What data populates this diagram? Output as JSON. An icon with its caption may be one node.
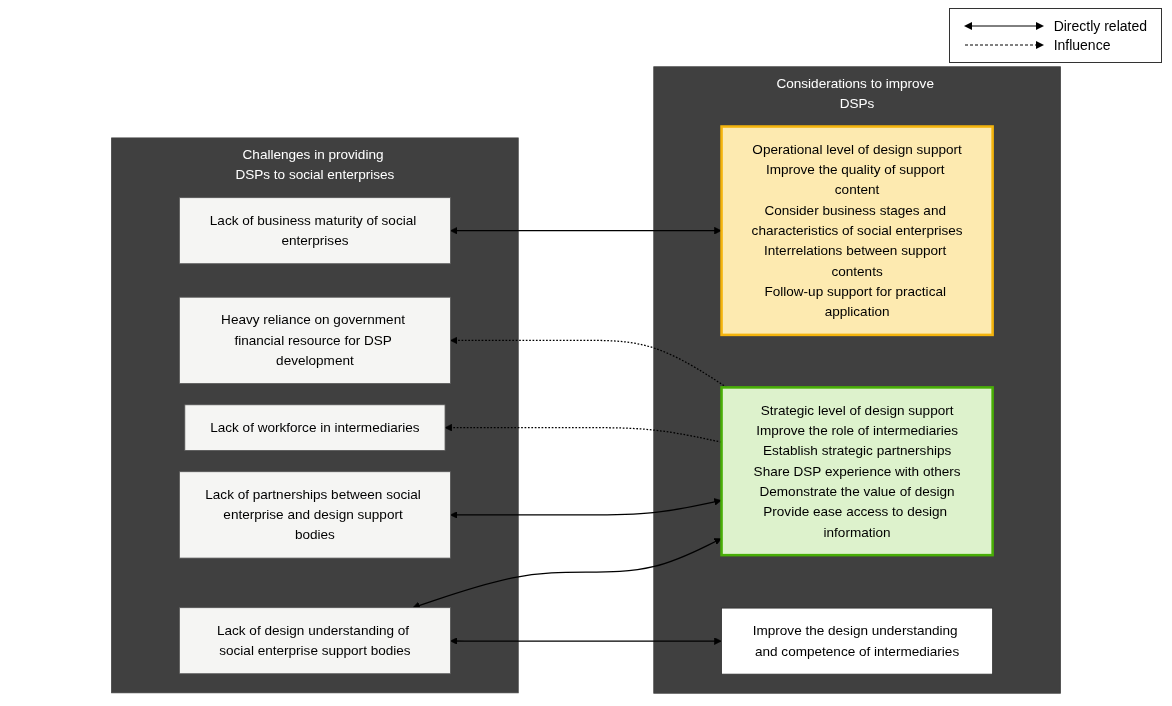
{
  "diagram": {
    "nodes": [
      {
        "text": [
          "Challenges in providing DSPs to social enterprises"
        ]
      },
      {
        "text": [
          "Lack of workforce in intermediaries"
        ],
        "in": 0
      },
      {
        "text": [
          "Lack of design understanding of social enterprise support bodies"
        ],
        "in": 0
      },
      {
        "text": [
          "Lack of business maturity of social enterprises"
        ],
        "in": 0
      },
      {
        "text": [
          "Lack of partnerships between social enterprise and design support bodies"
        ],
        "in": 0
      },
      {
        "text": [
          "Heavy reliance on government financial resource for DSP development"
        ],
        "in": 0
      },
      {
        "text": [
          "Considerations to improve DSPs"
        ]
      },
      {
        "text": [
          "Operational level of design support",
          "Improve the quality of support content",
          "Consider business stages and characteristics of social enterprises",
          "Interrelations between support contents",
          "Follow-up support for practical application"
        ],
        "in": 6
      },
      {
        "text": [
          "Strategic level of design support",
          "Improve the role of intermediaries",
          "Establish strategic partnerships",
          "Share DSP experience with others",
          "Demonstrate the value of design",
          "Provide ease access to design information"
        ],
        "in": 6
      },
      {
        "text": [
          "Improve the design understanding and competence of intermediaries"
        ],
        "in": 6
      }
    ],
    "edges": [
      {
        "from": 3,
        "to": 7,
        "arrow": "both"
      },
      {
        "from": 2,
        "to": 8,
        "arrow": "both"
      },
      {
        "from": 2,
        "to": 9,
        "arrow": "both"
      },
      {
        "from": 4,
        "to": 8,
        "arrow": "both"
      },
      {
        "from": 8,
        "to": 1,
        "arrow": "to",
        "style": "dashed"
      },
      {
        "from": 8,
        "to": 5,
        "arrow": "to",
        "style": "dashed"
      }
    ],
    "legend": [
      {
        "text": "Directly related"
      },
      {
        "text": "Influence"
      }
    ]
  }
}
